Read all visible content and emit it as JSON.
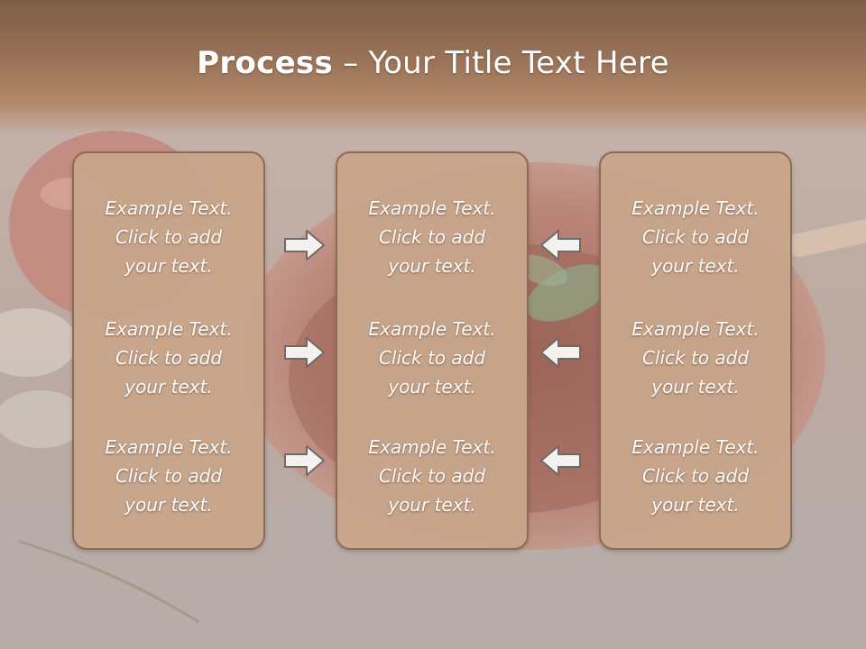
{
  "slide": {
    "title_bold": "Process",
    "title_separator": " – ",
    "title_rest": "Your Title Text Here"
  },
  "panels": [
    {
      "items": [
        "Example Text.\nClick  to add\nyour text.",
        "Example Text.\nClick  to add\nyour text.",
        "Example Text.\nClick  to add\nyour text."
      ]
    },
    {
      "items": [
        "Example Text.\nClick  to add\nyour text.",
        "Example Text.\nClick  to add\nyour text.",
        "Example Text.\nClick  to add\nyour text."
      ]
    },
    {
      "items": [
        "Example Text.\nClick  to add\nyour text.",
        "Example Text.\nClick  to add\nyour text.",
        "Example Text.\nClick  to add\nyour text."
      ]
    }
  ],
  "arrows": {
    "left_column": [
      "right-arrow-icon",
      "right-arrow-icon",
      "right-arrow-icon"
    ],
    "right_column": [
      "left-arrow-icon",
      "left-arrow-icon",
      "left-arrow-icon"
    ]
  },
  "colors": {
    "title_band": "#9a7358",
    "panel_fill": "#c8a68c",
    "panel_border": "#8c6a55",
    "text": "#ffffff"
  }
}
